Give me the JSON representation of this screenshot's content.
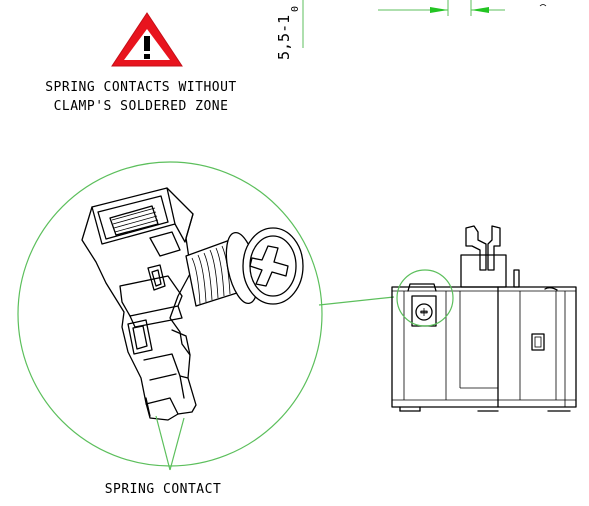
{
  "warning": {
    "icon": "warning-triangle-icon",
    "line1": "SPRING CONTACTS WITHOUT",
    "line2": "CLAMP'S SOLDERED ZONE",
    "color_triangle": "#e8141e",
    "color_mark": "#000000"
  },
  "dimension_text": "5,5-1",
  "dimension_sub": "0",
  "callout_label": "SPRING CONTACT",
  "colors": {
    "leader": "#5cbf5c",
    "arrow": "#22c422",
    "lines": "#000000"
  }
}
